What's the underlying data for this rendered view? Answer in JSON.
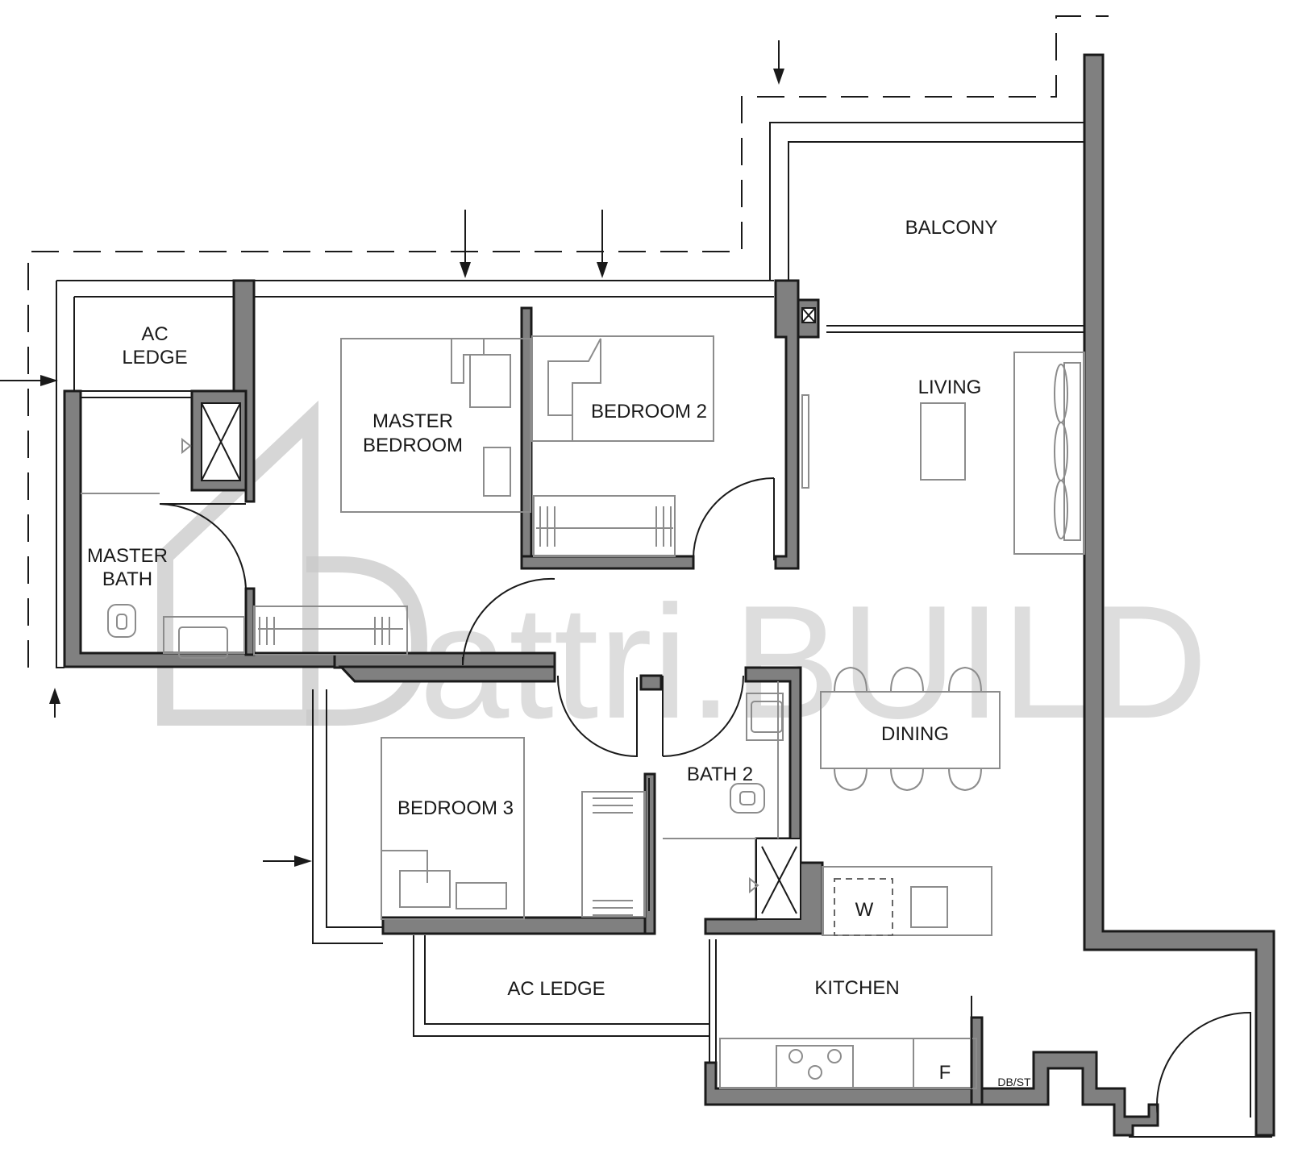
{
  "rooms": {
    "ac_ledge_top": "AC\nLEDGE",
    "ac_ledge_top_line1": "AC",
    "ac_ledge_top_line2": "LEDGE",
    "master_bedroom_line1": "MASTER",
    "master_bedroom_line2": "BEDROOM",
    "bedroom2": "BEDROOM 2",
    "balcony": "BALCONY",
    "living": "LIVING",
    "master_bath_line1": "MASTER",
    "master_bath_line2": "BATH",
    "dining": "DINING",
    "bath2": "BATH 2",
    "bedroom3": "BEDROOM 3",
    "ac_ledge_bottom": "AC LEDGE",
    "kitchen": "KITCHEN",
    "washer": "W",
    "fridge": "F",
    "db_st": "DB/ST"
  },
  "watermark": {
    "text": "attri.BUILD",
    "logo_letter": "D"
  }
}
